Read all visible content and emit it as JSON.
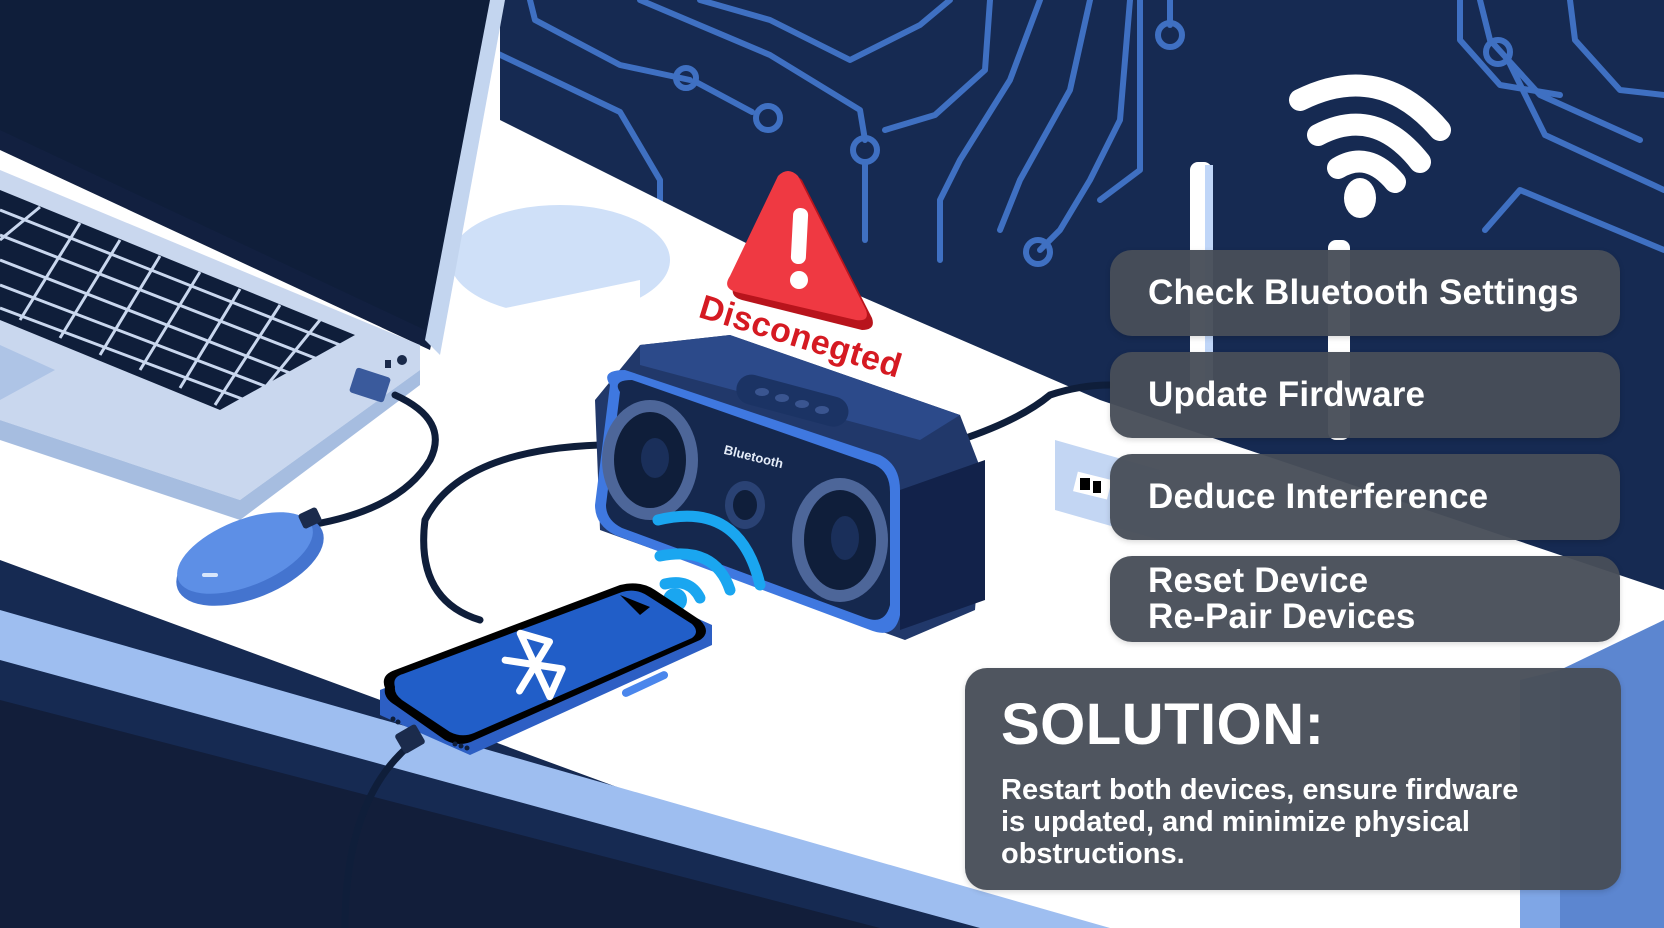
{
  "scene": {
    "description": "Isometric illustration of Bluetooth speaker troubleshooting on a desk",
    "alert": {
      "icon": "warning-triangle-icon",
      "label": "Disconegted",
      "color": "#e8323c"
    },
    "speaker": {
      "brand_label": "Bluetooth"
    },
    "phone": {
      "screen_icon": "bluetooth-icon"
    },
    "signal_icons": [
      "wifi-signal-icon",
      "bluetooth-signal-waves-icon"
    ]
  },
  "steps": [
    {
      "label": "Check Bluetooth Settings"
    },
    {
      "label": "Update Firdware"
    },
    {
      "label": "Deduce Interference"
    },
    {
      "label": "Reset Device",
      "label2": "Re-Pair Devices"
    }
  ],
  "solution": {
    "title": "SOLUTION:",
    "line1": "Restart both devices, ensure firdware",
    "line2": "is updated, and minimize physical",
    "line3": "obstructions."
  },
  "colors": {
    "background_navy": "#162a52",
    "circuit_blue": "#3f70c2",
    "desk_white": "#ffffff",
    "desk_edge": "#9ebef0",
    "card_gray": "#484e58",
    "accent_cyan": "#1aa6f0",
    "alert_red": "#e8323c",
    "alert_text": "#d51a22"
  }
}
